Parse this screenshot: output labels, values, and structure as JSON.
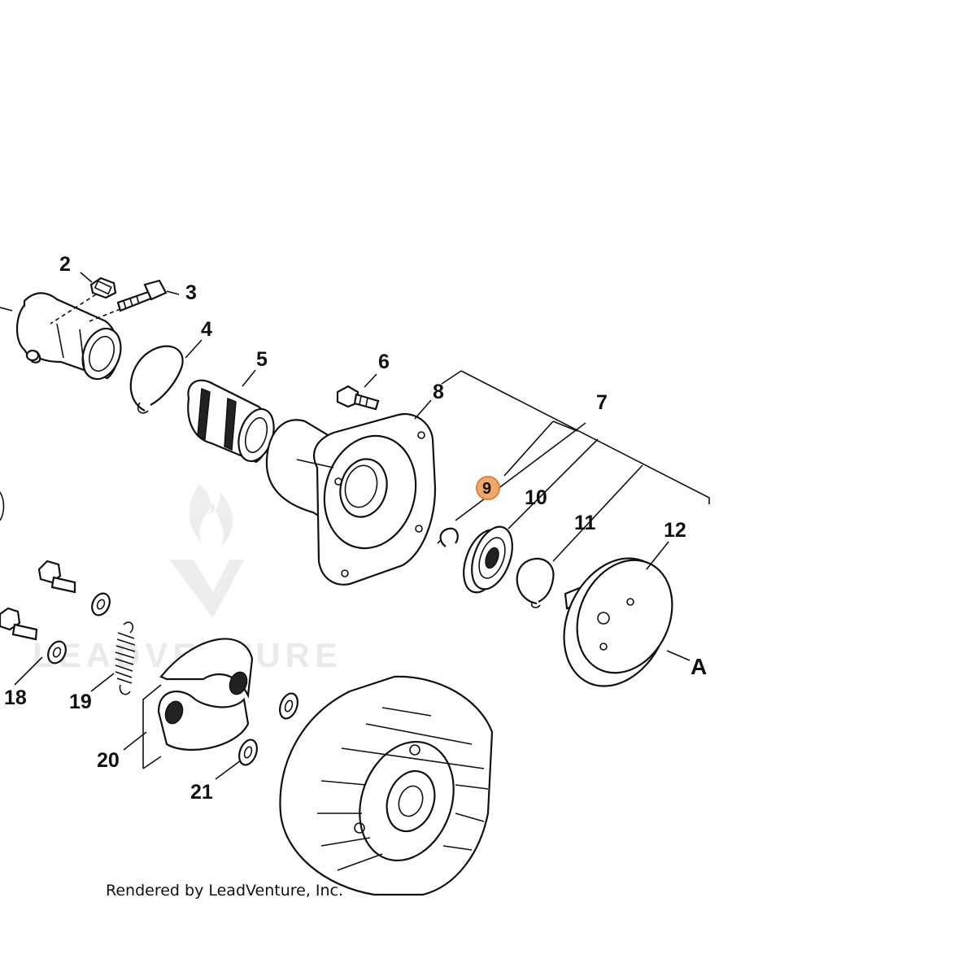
{
  "diagram": {
    "callouts": [
      {
        "id": "2",
        "label": "2"
      },
      {
        "id": "3",
        "label": "3"
      },
      {
        "id": "4",
        "label": "4"
      },
      {
        "id": "5",
        "label": "5"
      },
      {
        "id": "6",
        "label": "6"
      },
      {
        "id": "7",
        "label": "7"
      },
      {
        "id": "8",
        "label": "8"
      },
      {
        "id": "9",
        "label": "9",
        "highlighted": true
      },
      {
        "id": "10",
        "label": "10"
      },
      {
        "id": "11",
        "label": "11"
      },
      {
        "id": "12",
        "label": "12"
      },
      {
        "id": "18",
        "label": "18"
      },
      {
        "id": "19",
        "label": "19"
      },
      {
        "id": "20",
        "label": "20"
      },
      {
        "id": "21",
        "label": "21"
      },
      {
        "id": "A",
        "label": "A"
      }
    ],
    "highlight_color": "#f0a86a",
    "credit": "Rendered by LeadVenture, Inc.",
    "watermark": "LEADVENTURE"
  }
}
